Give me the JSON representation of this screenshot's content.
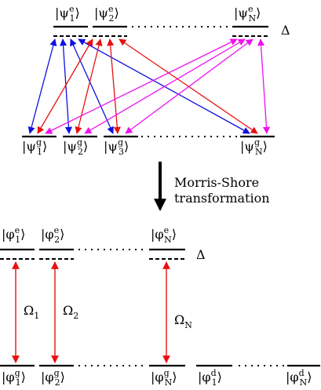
{
  "top_system": {
    "excited_labels": [
      {
        "base": "ψ",
        "sup": "e",
        "sub": "1"
      },
      {
        "base": "ψ",
        "sup": "e",
        "sub": "2"
      },
      {
        "base": "ψ",
        "sup": "e",
        "sub": "N"
      }
    ],
    "ground_labels": [
      {
        "base": "ψ",
        "sup": "g",
        "sub": "1"
      },
      {
        "base": "ψ",
        "sup": "g",
        "sub": "2"
      },
      {
        "base": "ψ",
        "sup": "g",
        "sub": "3"
      },
      {
        "base": "ψ",
        "sup": "g",
        "sub": "N"
      }
    ],
    "detuning_label": "Δ",
    "colors": {
      "blue": "#1010e0",
      "red": "#e81010",
      "magenta": "#ee10ee"
    }
  },
  "transform": {
    "label_line1": "Morris-Shore",
    "label_line2": "transformation"
  },
  "bottom_system": {
    "excited_labels": [
      {
        "base": "φ",
        "sup": "e",
        "sub": "1"
      },
      {
        "base": "φ",
        "sup": "e",
        "sub": "2"
      },
      {
        "base": "φ",
        "sup": "e",
        "sub": "N"
      }
    ],
    "ground_labels": [
      {
        "base": "φ",
        "sup": "g",
        "sub": "1"
      },
      {
        "base": "φ",
        "sup": "g",
        "sub": "2"
      },
      {
        "base": "φ",
        "sup": "g",
        "sub": "N"
      },
      {
        "base": "φ",
        "sup": "d",
        "sub": "1"
      },
      {
        "base": "φ",
        "sup": "d",
        "sub": "N"
      }
    ],
    "detuning_label": "Δ",
    "couplings": [
      {
        "base": "Ω",
        "sub": "1"
      },
      {
        "base": "Ω",
        "sub": "2"
      },
      {
        "base": "Ω",
        "sub": "N"
      }
    ],
    "coupling_color": "#e81010"
  }
}
